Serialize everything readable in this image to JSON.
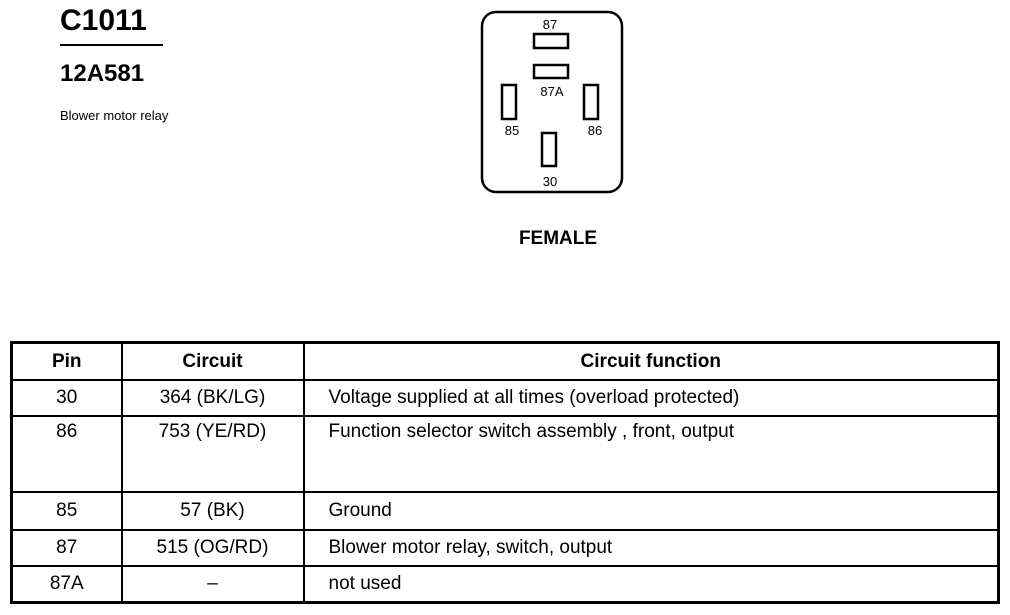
{
  "connector": {
    "id": "C1011",
    "part_number": "12A581",
    "description": "Blower motor relay",
    "gender": "FEMALE",
    "terminals": [
      "87",
      "87A",
      "85",
      "86",
      "30"
    ]
  },
  "table": {
    "headers": [
      "Pin",
      "Circuit",
      "Circuit function"
    ],
    "rows": [
      {
        "pin": "30",
        "circuit": "364 (BK/LG)",
        "function": "Voltage supplied at all times (overload protected)"
      },
      {
        "pin": "86",
        "circuit": "753 (YE/RD)",
        "function": "Function selector switch assembly , front, output"
      },
      {
        "pin": "85",
        "circuit": "57 (BK)",
        "function": "Ground"
      },
      {
        "pin": "87",
        "circuit": "515 (OG/RD)",
        "function": "Blower motor relay, switch, output"
      },
      {
        "pin": "87A",
        "circuit": "–",
        "function": "not used"
      }
    ]
  }
}
